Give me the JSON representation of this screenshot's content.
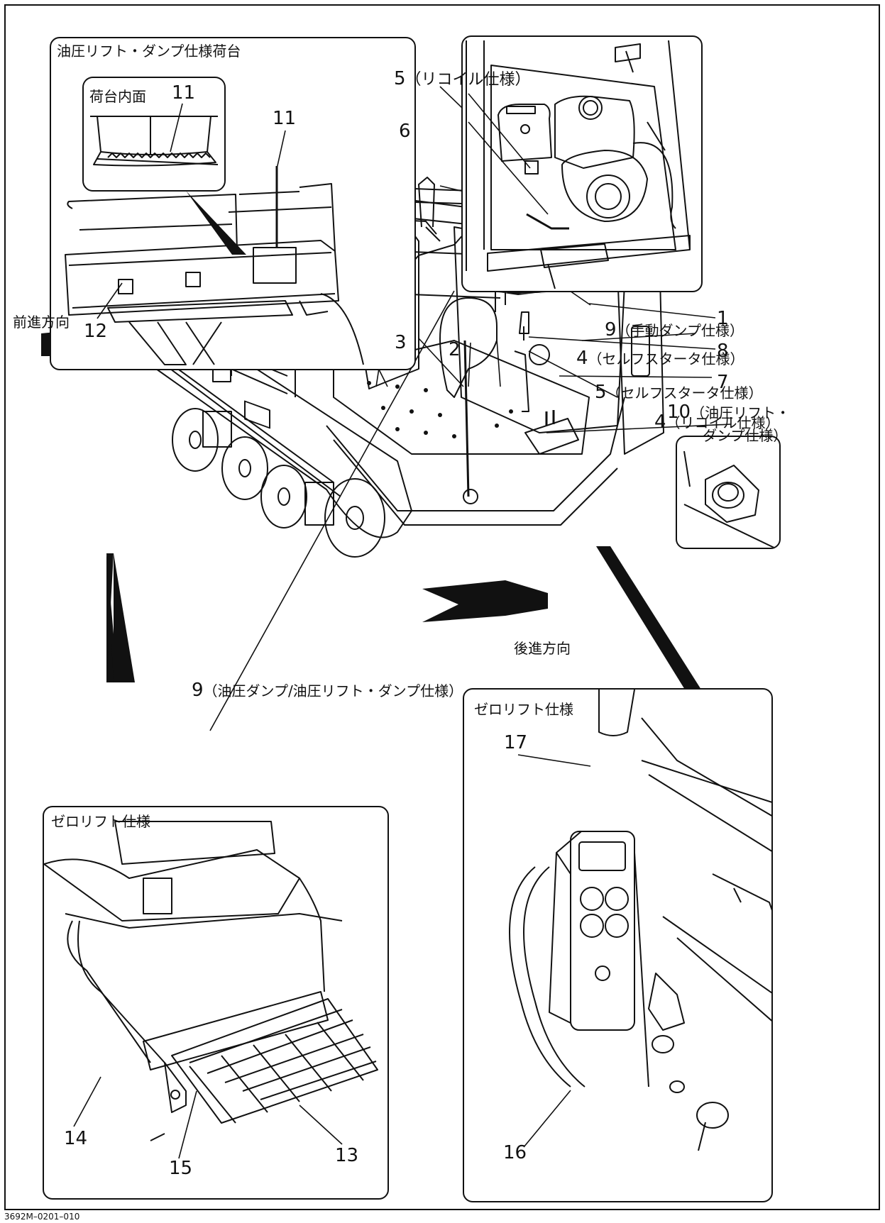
{
  "insets": {
    "lift_dump": {
      "title": "油圧リフト・ダンプ仕様荷台",
      "sub_title": "荷台内面",
      "n11a": "11",
      "n11b": "11",
      "n12": "12"
    },
    "engine": {
      "n5": "5",
      "n5_suffix": "（リコイル仕様）",
      "n6": "6"
    },
    "recoil": {
      "n4": "4",
      "n4_suffix": "（リコイル仕様）"
    },
    "zero_step": {
      "title": "ゼロリフト仕様",
      "n13": "13",
      "n14": "14",
      "n15": "15"
    },
    "zero_remote": {
      "title": "ゼロリフト仕様",
      "n16": "16",
      "n17": "17"
    }
  },
  "callouts": {
    "n1": "1",
    "n2": "2",
    "n3": "3",
    "n4_self": "4",
    "n4_self_suffix": "（セルフスタータ仕様）",
    "n5_self": "5",
    "n5_self_suffix": "（セルフスタータ仕様）",
    "n7": "7",
    "n8": "8",
    "n9_manual": "9",
    "n9_manual_suffix": "（手動ダンプ仕様）",
    "n9_hyd": "9",
    "n9_hyd_suffix": "（油圧ダンプ/油圧リフト・ダンプ仕様）",
    "n10": "10",
    "n10_suffix_a": "（油圧リフト・",
    "n10_suffix_b": "ダンプ仕様）"
  },
  "directions": {
    "forward": "前進方向",
    "reverse": "後進方向"
  },
  "figure_code": "3692M–0201–010"
}
